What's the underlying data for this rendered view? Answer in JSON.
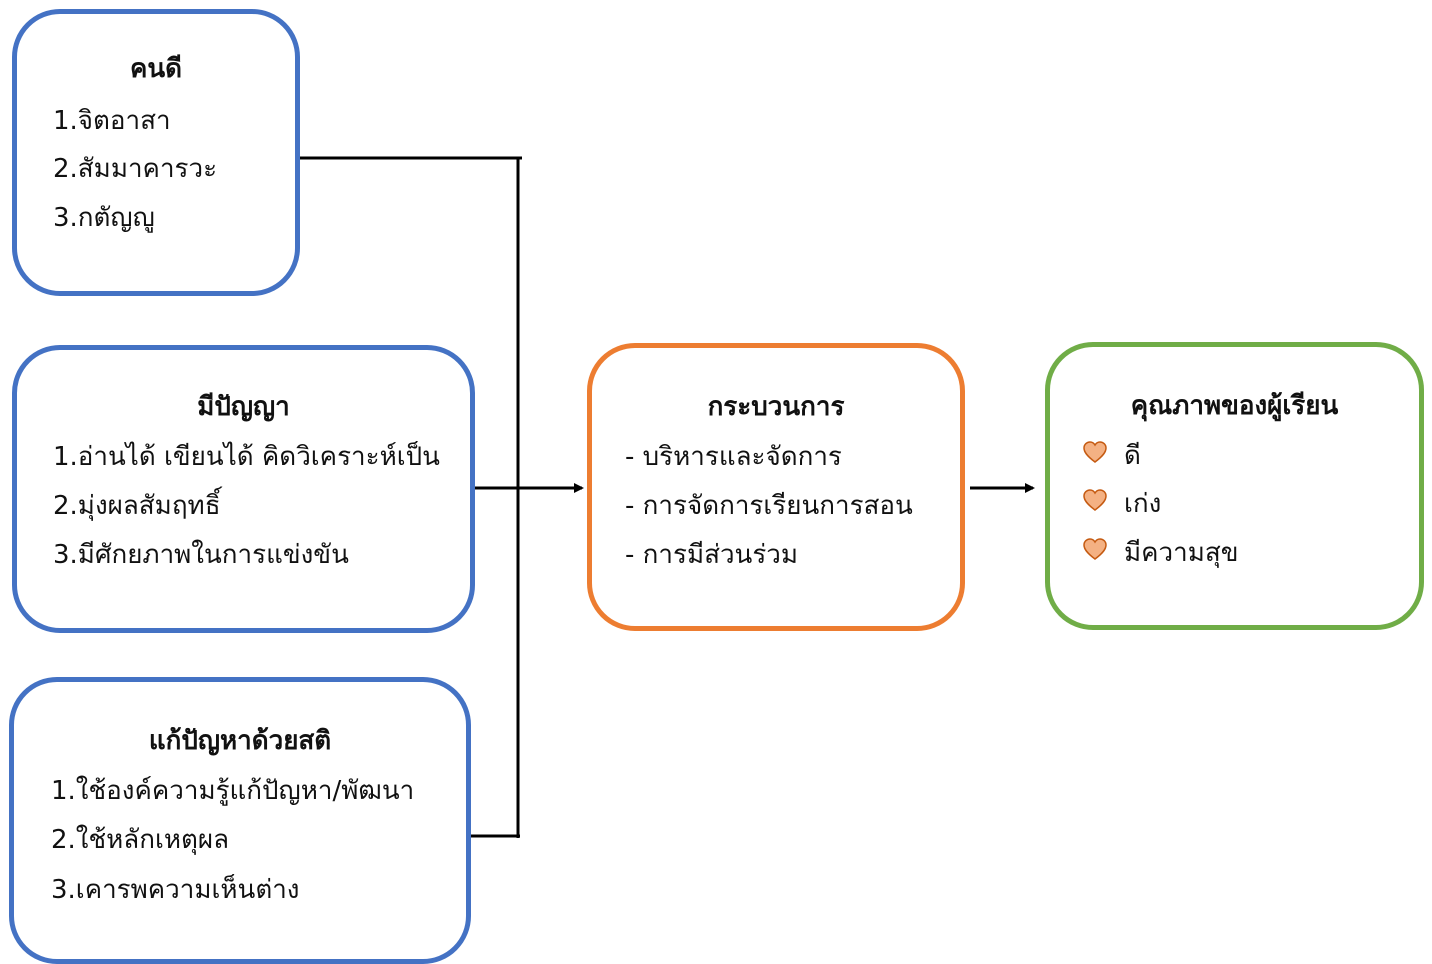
{
  "good_person": {
    "title": "คนดี",
    "items": [
      "1.จิตอาสา",
      "2.สัมมาคารวะ",
      "3.กตัญญู"
    ]
  },
  "wisdom": {
    "title": "มีปัญญา",
    "items": [
      "1.อ่านได้ เขียนได้ คิดวิเคราะห์เป็น",
      "2.มุ่งผลสัมฤทธิ์",
      "3.มีศักยภาพในการแข่งขัน"
    ]
  },
  "mindful": {
    "title": "แก้ปัญหาด้วยสติ",
    "items": [
      "1.ใช้องค์ความรู้แก้ปัญหา/พัฒนา",
      "2.ใช้หลักเหตุผล",
      "3.เคารพความเห็นต่าง"
    ]
  },
  "process": {
    "title": "กระบวนการ",
    "items": [
      "- บริหารและจัดการ",
      "- การจัดการเรียนการสอน",
      "- การมีส่วนร่วม"
    ]
  },
  "quality": {
    "title": "คุณภาพของผู้เรียน",
    "items": [
      "ดี",
      "เก่ง",
      "มีความสุข"
    ],
    "bullet_icon": "heart-icon",
    "bullet_color": "#f4b183",
    "bullet_outline": "#c55a11"
  },
  "colors": {
    "blue_border": "#4472c4",
    "orange_border": "#ed7d31",
    "green_border": "#70ad47",
    "connector": "#000000"
  }
}
